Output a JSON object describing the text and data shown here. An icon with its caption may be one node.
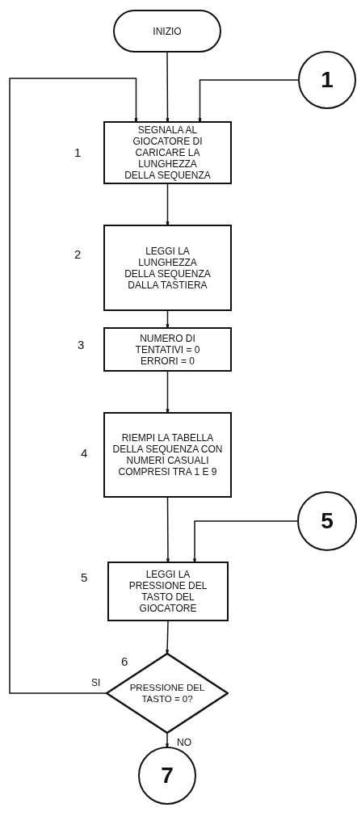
{
  "diagram": {
    "nodes": [
      {
        "text": [
          "INIZIO"
        ]
      },
      {
        "text": [
          "1"
        ]
      },
      {
        "text": [
          "SEGNALA AL GIOCATORE DI CARICARE LA LUNGHEZZA DELLA SEQUENZA"
        ],
        "beside": [
          "1"
        ]
      },
      {
        "text": [
          "LEGGI LA LUNGHEZZA DELLA SEQUENZA DALLA TASTIERA"
        ],
        "beside": [
          "2"
        ]
      },
      {
        "text": [
          "NUMERO DI TENTATIVI = 0 ERRORI = 0"
        ],
        "beside": [
          "3"
        ]
      },
      {
        "text": [
          "RIEMPI LA TABELLA DELLA SEQUENZA CON NUMERI CASUALI COMPRESI TRA 1 E 9"
        ],
        "beside": [
          "4"
        ]
      },
      {
        "text": [
          "5"
        ]
      },
      {
        "text": [
          "LEGGI LA PRESSIONE DEL TASTO DEL GIOCATORE"
        ],
        "beside": [
          "5"
        ]
      },
      {
        "text": [
          "PRESSIONE DEL TASTO = 0?"
        ],
        "beside": [
          "6"
        ]
      },
      {
        "text": [
          "7"
        ]
      }
    ],
    "edges": [
      {
        "from": 0,
        "to": 2,
        "arrow": "to"
      },
      {
        "from": 1,
        "to": 2,
        "arrow": "to"
      },
      {
        "from": 8,
        "to": 2,
        "arrow": "to",
        "label": "SI"
      },
      {
        "from": 2,
        "to": 3,
        "arrow": "to"
      },
      {
        "from": 3,
        "to": 4,
        "arrow": "to"
      },
      {
        "from": 4,
        "to": 5,
        "arrow": "to"
      },
      {
        "from": 5,
        "to": 7,
        "arrow": "to"
      },
      {
        "from": 6,
        "to": 7,
        "arrow": "to"
      },
      {
        "from": 7,
        "to": 8,
        "arrow": "to"
      },
      {
        "from": 8,
        "to": 9,
        "arrow": "to",
        "label": "NO"
      }
    ]
  }
}
